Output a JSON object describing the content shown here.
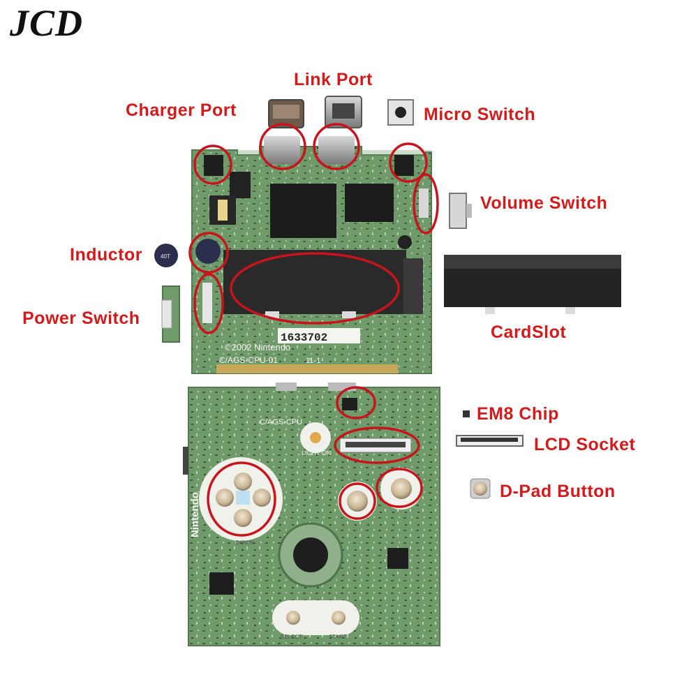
{
  "brand": "JCD",
  "labels": {
    "link_port": "Link Port",
    "charger_port": "Charger Port",
    "micro_switch": "Micro Switch",
    "volume_switch": "Volume Switch",
    "inductor": "Inductor",
    "power_switch": "Power Switch",
    "card_slot": "CardSlot",
    "em8_chip": "EM8 Chip",
    "lcd_socket": "LCD Socket",
    "dpad_button": "D-Pad Button"
  },
  "board_text": {
    "copyright": "©2002 Nintendo",
    "model": "C/AGS-CPU-01",
    "rev": "11-1",
    "serial": "1633702",
    "lower_model": "C/AGS-CPU",
    "light_on": "LIGHT ON",
    "nintendo_vertical": "Nintendo",
    "select": "SELECT",
    "start": "START",
    "down": "DOWN"
  },
  "colors": {
    "label_red": "#d41a1a",
    "circle_red": "#c8141c",
    "pcb_green": "#6f9a6a",
    "chip_black": "#1c1c1c",
    "pad_white": "#f1f1ec"
  }
}
